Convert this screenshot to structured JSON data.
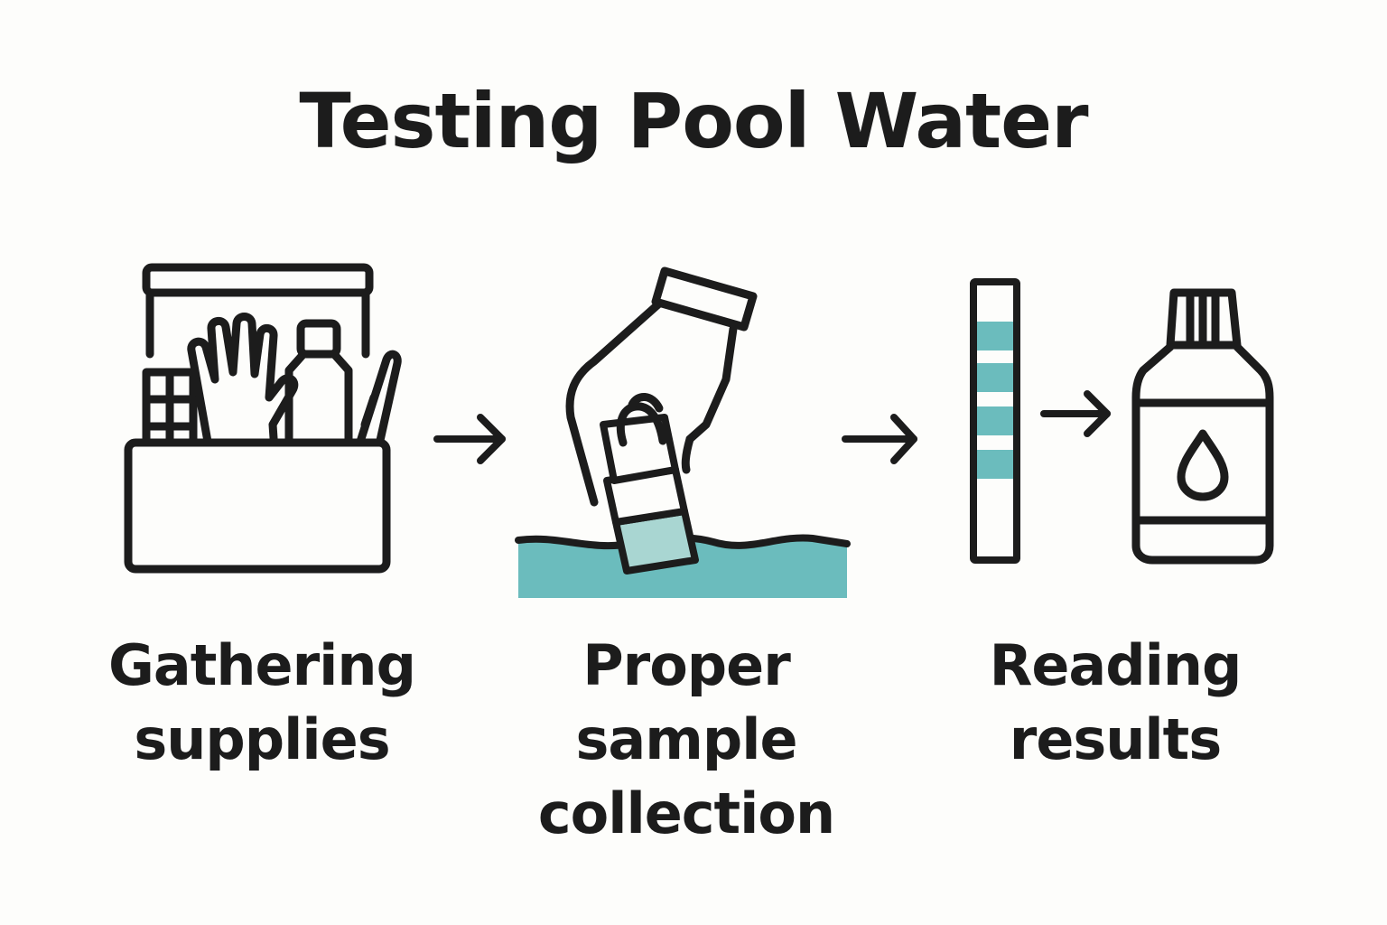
{
  "title": "Testing Pool Water",
  "colors": {
    "ink": "#1c1c1c",
    "water": "#6bbcbd",
    "vial_fill": "#a9d6d2",
    "background": "#fdfdfb"
  },
  "steps": [
    {
      "lines": [
        "Gathering",
        "supplies"
      ],
      "icon": "supply-box-icon"
    },
    {
      "lines": [
        "Proper",
        "sample",
        "collection"
      ],
      "icon": "hand-dipping-vial-icon"
    },
    {
      "lines": [
        "Reading",
        "results"
      ],
      "icon": "test-strip-and-bottle-icon"
    }
  ]
}
